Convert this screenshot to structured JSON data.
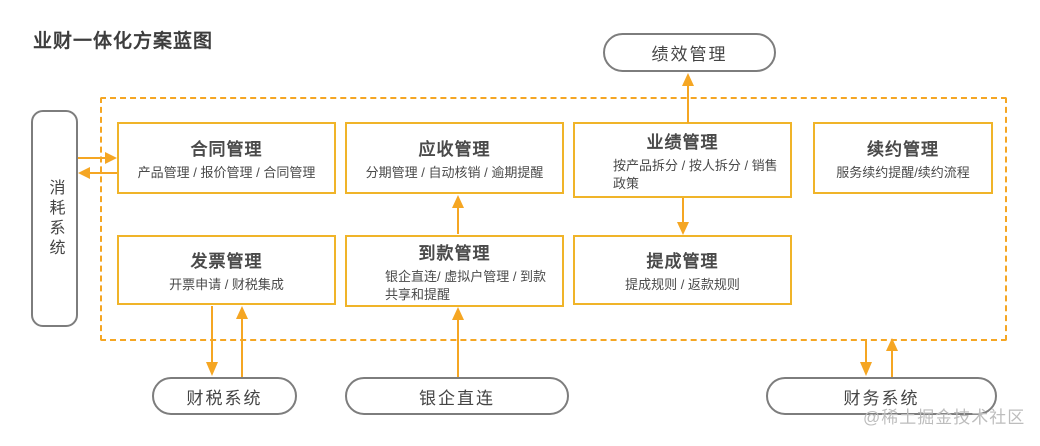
{
  "title": "业财一体化方案蓝图",
  "watermark": "@稀土掘金技术社区",
  "colors": {
    "module_border": "#F0B429",
    "arrow": "#F5A623",
    "boundary_dash": "#F5A623",
    "node_border": "#7D7D7D",
    "text": "#4A4A4A",
    "watermark": "#BDBDBD"
  },
  "nodes": {
    "top": {
      "label": "绩效管理"
    },
    "left": {
      "label": "消耗系统"
    },
    "bottom": [
      {
        "label": "财税系统"
      },
      {
        "label": "银企直连"
      },
      {
        "label": "财务系统"
      }
    ]
  },
  "modules": {
    "row1": [
      {
        "title": "合同管理",
        "subtitle": "产品管理 / 报价管理 / 合同管理"
      },
      {
        "title": "应收管理",
        "subtitle": "分期管理 / 自动核销 / 逾期提醒"
      },
      {
        "title": "业绩管理",
        "subtitle": "按产品拆分 / 按人拆分 / 销售政策"
      },
      {
        "title": "续约管理",
        "subtitle": "服务续约提醒/续约流程"
      }
    ],
    "row2": [
      {
        "title": "发票管理",
        "subtitle": "开票申请 / 财税集成"
      },
      {
        "title": "到款管理",
        "subtitle": "银企直连/ 虚拟户管理 / 到款共享和提醒"
      },
      {
        "title": "提成管理",
        "subtitle": "提成规则 / 返款规则"
      }
    ]
  }
}
